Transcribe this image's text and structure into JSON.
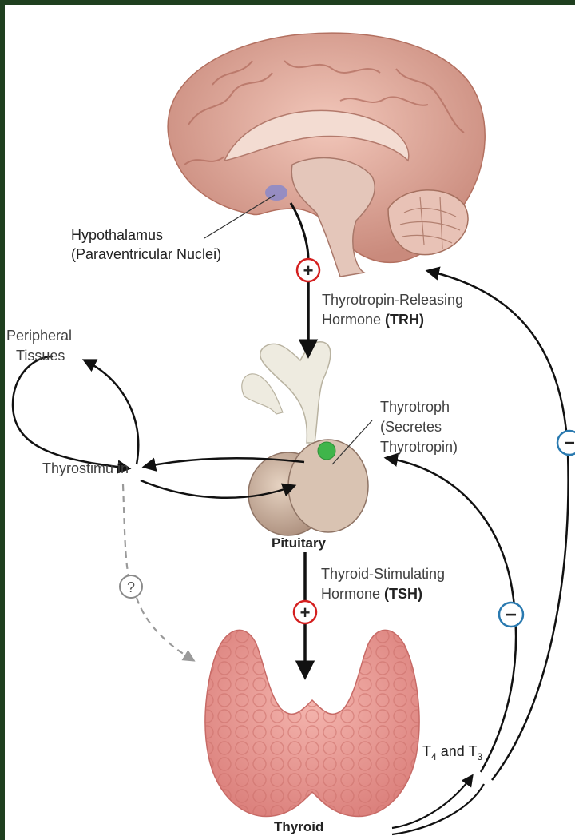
{
  "labels": {
    "hypothalamus": "Hypothalamus",
    "hypothalamus_sub": "(Paraventricular Nuclei)",
    "trh_line1": "Thyrotropin-Releasing",
    "trh_line2_prefix": "Hormone",
    "trh_abbr": "(TRH)",
    "peripheral_line1": "Peripheral",
    "peripheral_line2": "Tissues",
    "thyrotroph_line1": "Thyrotroph",
    "thyrotroph_line2": "(Secretes",
    "thyrotroph_line3": "Thyrotropin)",
    "thyrostimulin": "Thyrostimu in",
    "pituitary": "Pituitary",
    "tsh_line1": "Thyroid-Stimulating",
    "tsh_line2_prefix": "Hormone",
    "tsh_abbr": "(TSH)",
    "t4": "T",
    "t4_sub": "4",
    "and": "and",
    "t3": "T",
    "t3_sub": "3",
    "thyroid": "Thyroid",
    "question_mark": "?"
  },
  "signs": {
    "trh_sign": "+",
    "tsh_sign": "+",
    "feedback_pituitary_sign": "−",
    "feedback_hypothalamus_sign": "−"
  },
  "colors": {
    "positive": "#d42020",
    "negative": "#2a7ab0",
    "thyrotroph_dot": "#3fb54a",
    "brain": "#e2aea0",
    "thyroid": "#ec9a94"
  }
}
